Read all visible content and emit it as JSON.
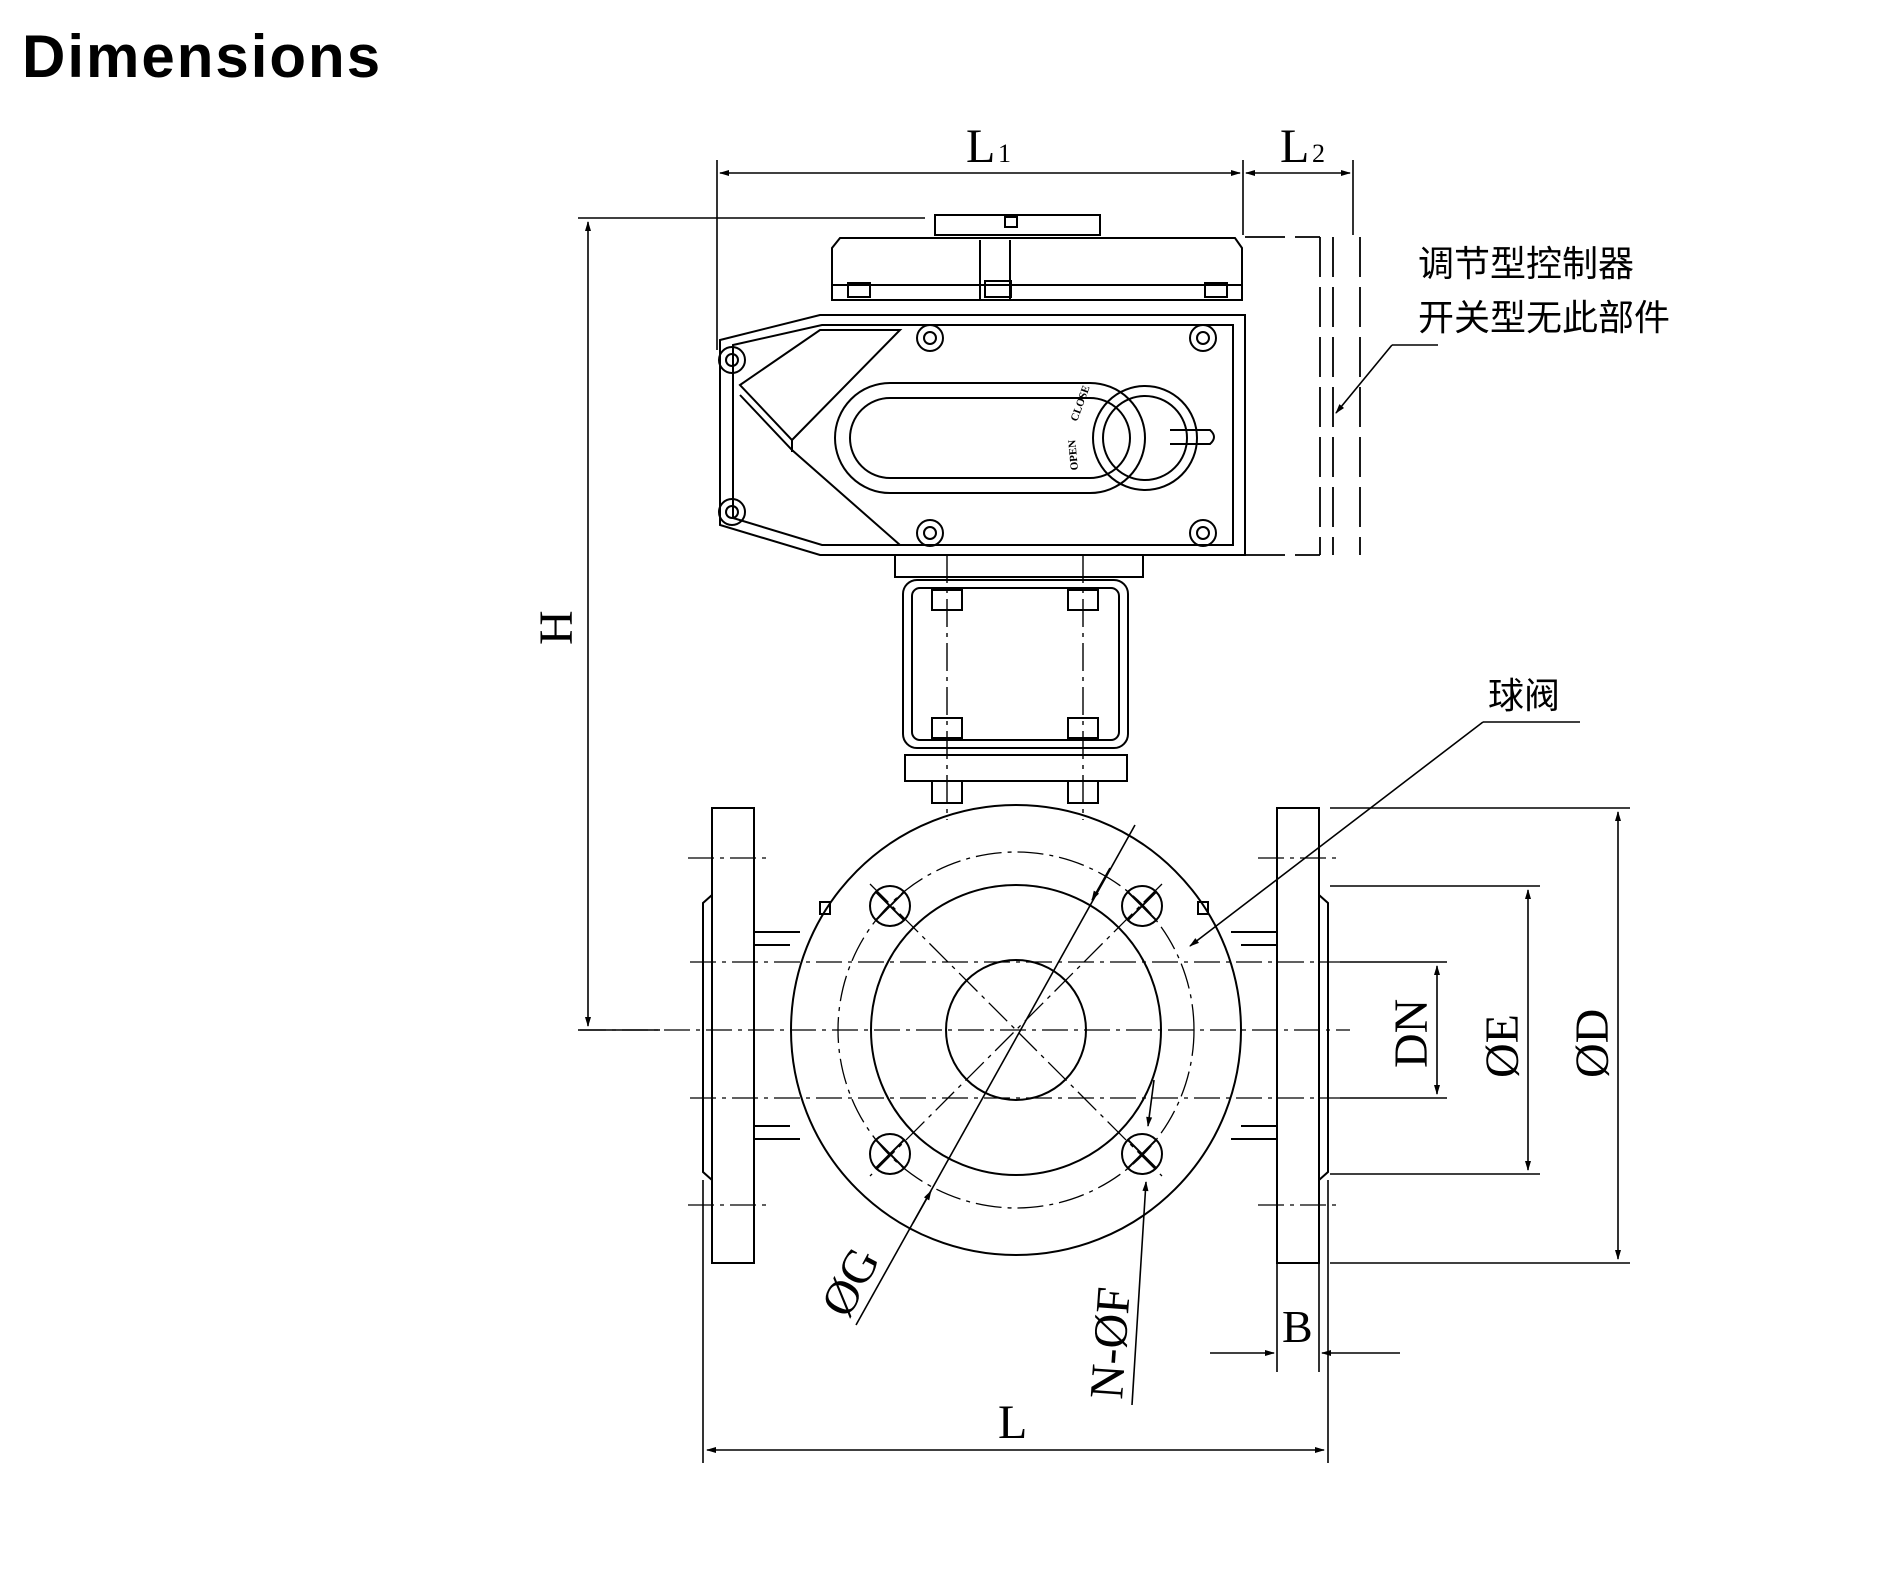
{
  "page": {
    "title": "Dimensions"
  },
  "labels": {
    "l1": "L",
    "l1_sub": "1",
    "l2": "L",
    "l2_sub": "2",
    "h": "H",
    "l": "L",
    "b": "B",
    "dn": "DN",
    "oe": "ØE",
    "od": "ØD",
    "og": "ØG",
    "nf": "N-ØF"
  },
  "actuator_dial": {
    "close": "CLOSE",
    "open": "OPEN"
  },
  "notes": {
    "controller_line1": "调节型控制器",
    "controller_line2": "开关型无此部件",
    "ball_valve": "球阀"
  }
}
